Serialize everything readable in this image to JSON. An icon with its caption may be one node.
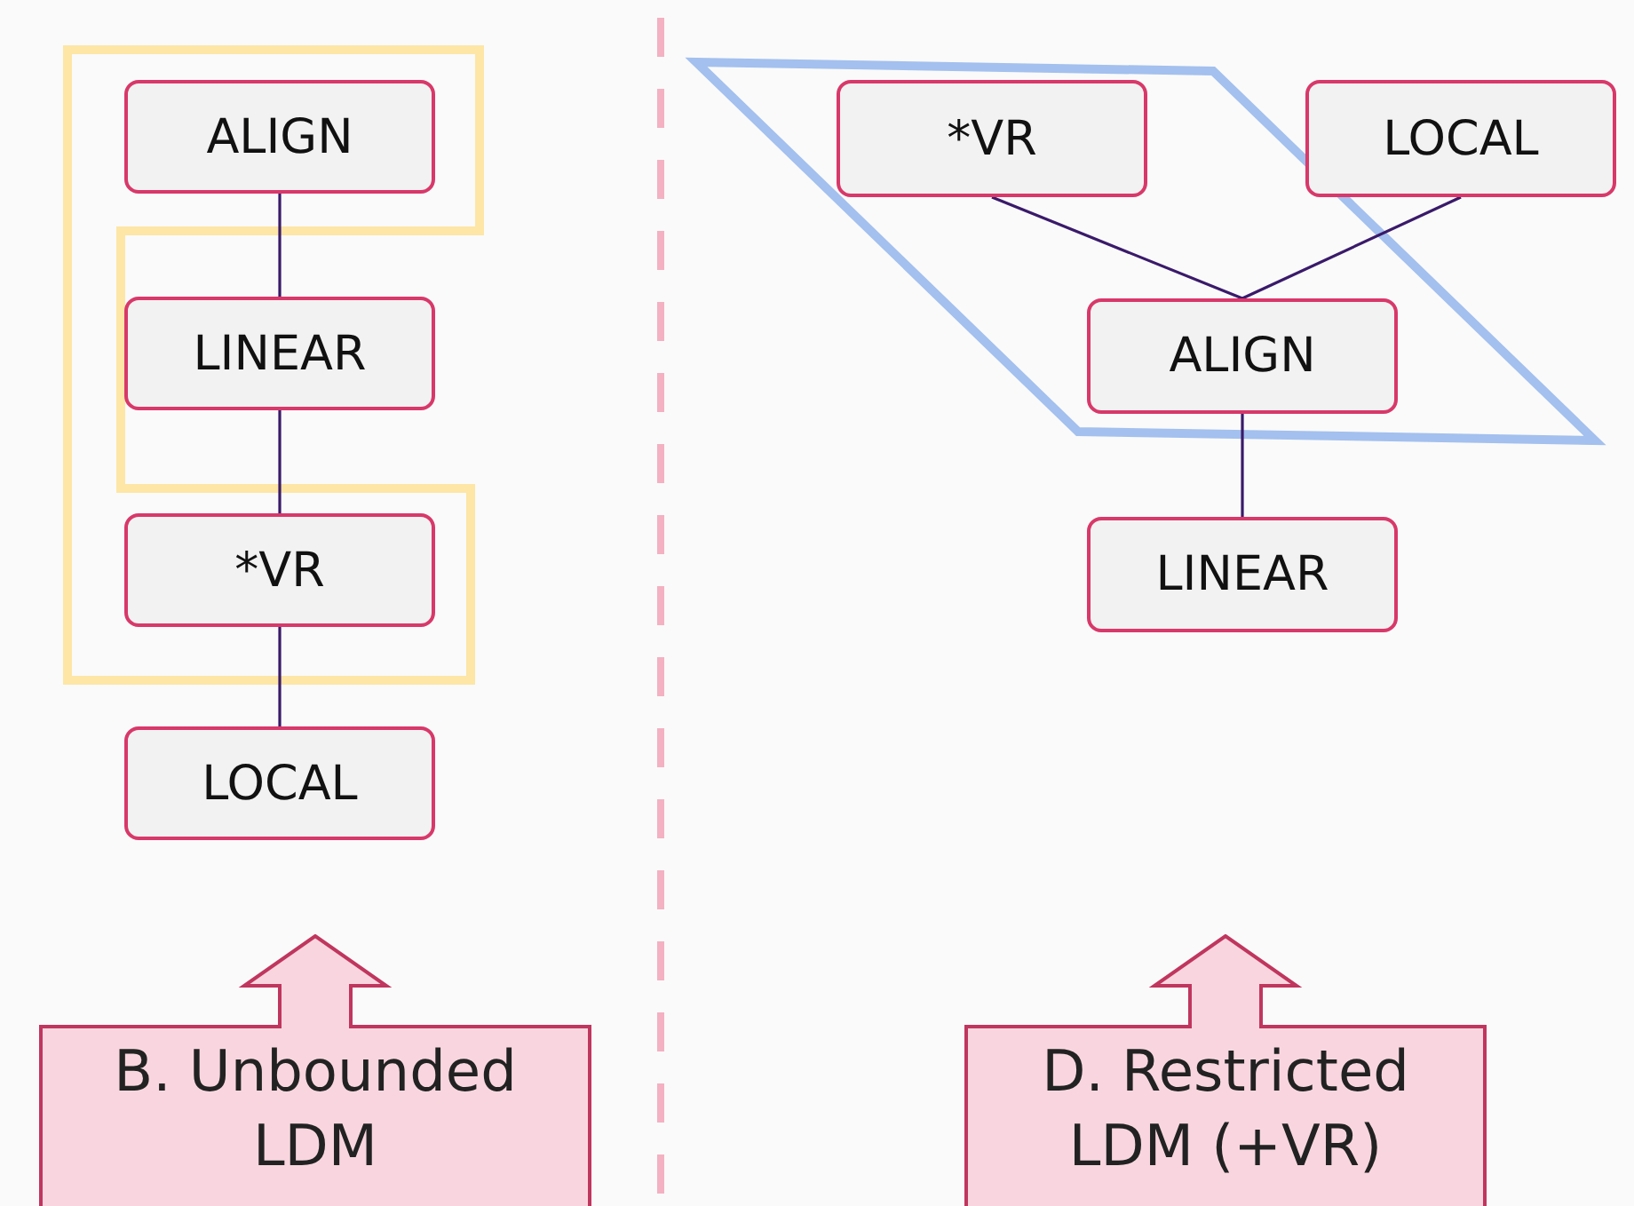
{
  "diagram": {
    "nodes": [
      {
        "text": [
          "ALIGN"
        ]
      },
      {
        "text": [
          "LINEAR"
        ]
      },
      {
        "text": [
          "*VR"
        ]
      },
      {
        "text": [
          "LOCAL"
        ]
      },
      {
        "text": [
          "*VR"
        ]
      },
      {
        "text": [
          "LOCAL"
        ]
      },
      {
        "text": [
          "ALIGN"
        ]
      },
      {
        "text": [
          "LINEAR"
        ]
      },
      {
        "text": [
          "B. Unbounded LDM"
        ]
      },
      {
        "text": [
          "D. Restricted LDM (+VR)"
        ]
      }
    ],
    "edges": [
      {
        "from": 0,
        "to": 1,
        "arrow": "none"
      },
      {
        "from": 1,
        "to": 2,
        "arrow": "none"
      },
      {
        "from": 2,
        "to": 3,
        "arrow": "none"
      },
      {
        "from": 4,
        "to": 6,
        "arrow": "none"
      },
      {
        "from": 5,
        "to": 6,
        "arrow": "none"
      },
      {
        "from": 6,
        "to": 7,
        "arrow": "none"
      }
    ]
  }
}
